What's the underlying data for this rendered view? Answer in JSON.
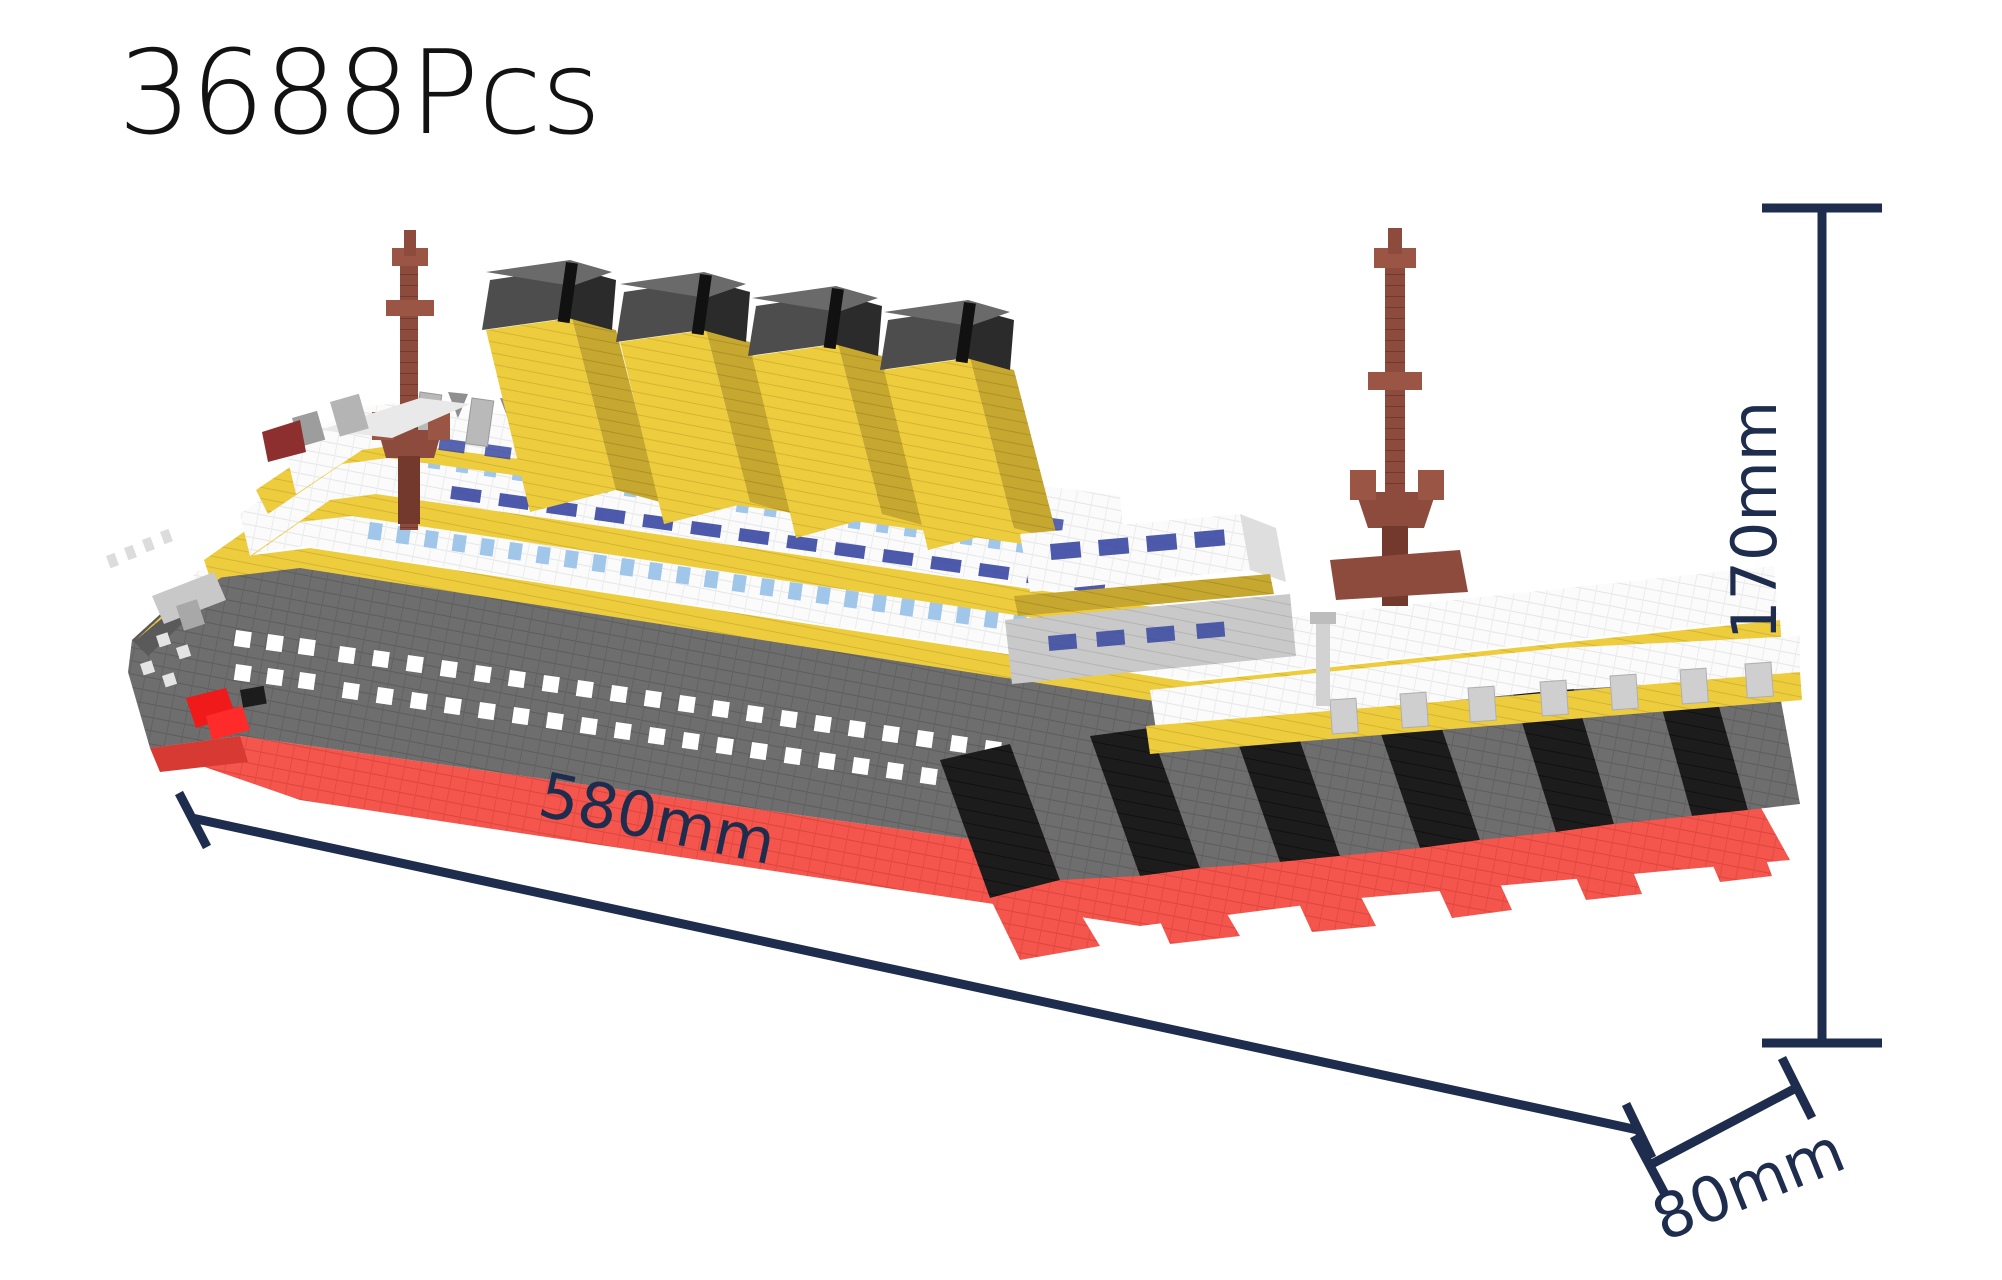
{
  "page": {
    "background_color": "#ffffff",
    "title_text": "3688Pcs",
    "title_color": "#121212"
  },
  "product": {
    "name": "titanic-micro-brick-model",
    "view": "three-quarter-side",
    "piece_count_label": "3688Pcs",
    "piece_count": 3688
  },
  "dimensions": {
    "accent_color": "#1e2d4d",
    "length": {
      "label": "580mm",
      "value": 580,
      "unit": "mm",
      "rotation_deg": 12
    },
    "height": {
      "label": "170mm",
      "value": 170,
      "unit": "mm",
      "rotation_deg": -90
    },
    "width": {
      "label": "80mm",
      "value": 80,
      "unit": "mm",
      "rotation_deg": -22
    }
  },
  "palette": {
    "hull_gray": "#6e6e6e",
    "hull_gray_dark": "#4a4a4a",
    "hull_black": "#1c1c1c",
    "hull_red": "#f4564d",
    "hull_red_dark": "#d63a32",
    "deck_yellow": "#e9c938",
    "deck_yellow_dark": "#c9a82a",
    "superstructure_white": "#fbfbfb",
    "deck_gray": "#c9c9c9",
    "funnel_yellow": "#edcd3e",
    "funnel_yellow_shade": "#c4a62f",
    "funnel_top_gray": "#4d4d4d",
    "funnel_top_black": "#161616",
    "mast_brown": "#8c4b3c",
    "mast_brown_dark": "#6f382c",
    "window_blue": "#2f3f9e",
    "railing_blue": "#8fbce8"
  },
  "model_parts": {
    "funnels": [
      {
        "name": "funnel-1",
        "top_color": "#4d4d4d",
        "body_color": "#edcd3e"
      },
      {
        "name": "funnel-2",
        "top_color": "#4d4d4d",
        "body_color": "#edcd3e"
      },
      {
        "name": "funnel-3",
        "top_color": "#4d4d4d",
        "body_color": "#edcd3e"
      },
      {
        "name": "funnel-4",
        "top_color": "#4d4d4d",
        "body_color": "#edcd3e"
      }
    ],
    "masts": [
      {
        "name": "fore-mast",
        "color": "#8c4b3c"
      },
      {
        "name": "aft-mast",
        "color": "#8c4b3c"
      }
    ],
    "hull_bands": [
      {
        "name": "upper-hull-gray",
        "color": "#6e6e6e"
      },
      {
        "name": "waterline-red",
        "color": "#f4564d"
      },
      {
        "name": "deck-stripe-yellow",
        "color": "#e9c938"
      }
    ]
  }
}
